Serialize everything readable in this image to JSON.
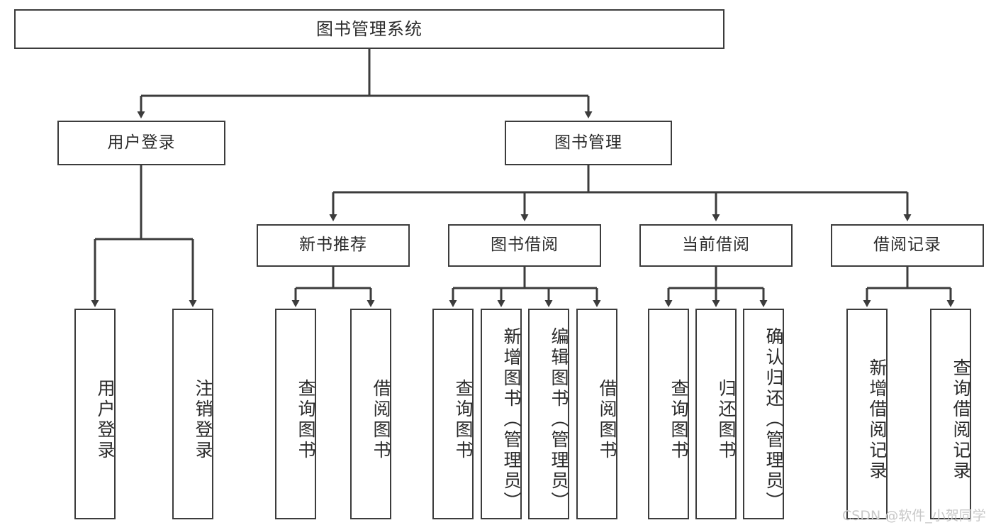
{
  "diagram": {
    "title": "图书管理系统",
    "watermark": "CSDN @软件_小贺同学",
    "line_color": "#3c3c3c",
    "box_fill": "#ffffff",
    "text_color": "#2b2b2b",
    "watermark_color": "#c8c8c8"
  },
  "nodes": {
    "root": {
      "label": "图书管理系统"
    },
    "level2": [
      {
        "label": "用户登录"
      },
      {
        "label": "图书管理"
      }
    ],
    "level3": [
      {
        "label": "新书推荐"
      },
      {
        "label": "图书借阅"
      },
      {
        "label": "当前借阅"
      },
      {
        "label": "借阅记录"
      }
    ],
    "leaves": {
      "user_login": [
        {
          "label": "用户登录"
        },
        {
          "label": "注销登录"
        }
      ],
      "new_book_recommend": [
        {
          "label": "查询图书"
        },
        {
          "label": "借阅图书"
        }
      ],
      "book_borrow": [
        {
          "label": "查询图书"
        },
        {
          "label": "新增图书（管理员）"
        },
        {
          "label": "编辑图书（管理员）"
        },
        {
          "label": "借阅图书"
        }
      ],
      "current_borrow": [
        {
          "label": "查询图书"
        },
        {
          "label": "归还图书"
        },
        {
          "label": "确认归还（管理员）"
        }
      ],
      "borrow_record": [
        {
          "label": "新增借阅记录"
        },
        {
          "label": "查询借阅记录"
        }
      ]
    }
  }
}
